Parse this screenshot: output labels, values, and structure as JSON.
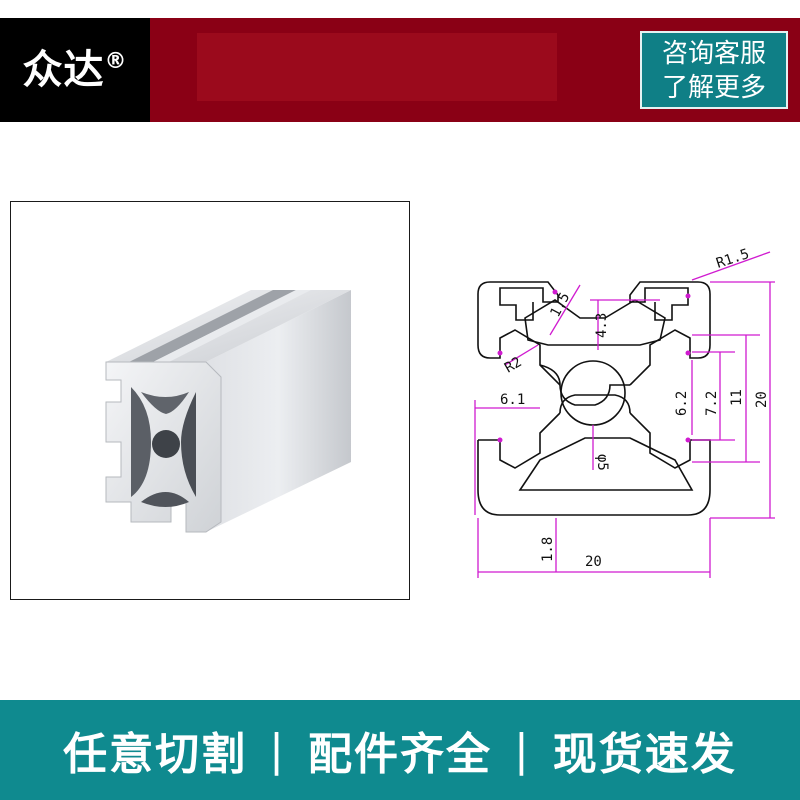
{
  "header": {
    "brand": "众达",
    "brand_mark": "®",
    "cta_line1": "咨询客服",
    "cta_line2": "了解更多"
  },
  "drawing": {
    "dims": {
      "r15": "R1.5",
      "d15": "1.5",
      "d43": "4.3",
      "r2": "R2",
      "d61": "6.1",
      "d62": "6.2",
      "d72": "7.2",
      "d11": "11",
      "d20v": "20",
      "d5": "φ5",
      "d18": "1.8",
      "d20h": "20"
    }
  },
  "footer": {
    "item1": "任意切割",
    "item2": "配件齐全",
    "item3": "现货速发",
    "separator": "|"
  },
  "colors": {
    "header_band": "#8a0015",
    "brand_bg": "#000000",
    "cta_bg": "#0f7f86",
    "footer_bg": "#0f8a8f",
    "dimension_line": "#d01bd0"
  }
}
